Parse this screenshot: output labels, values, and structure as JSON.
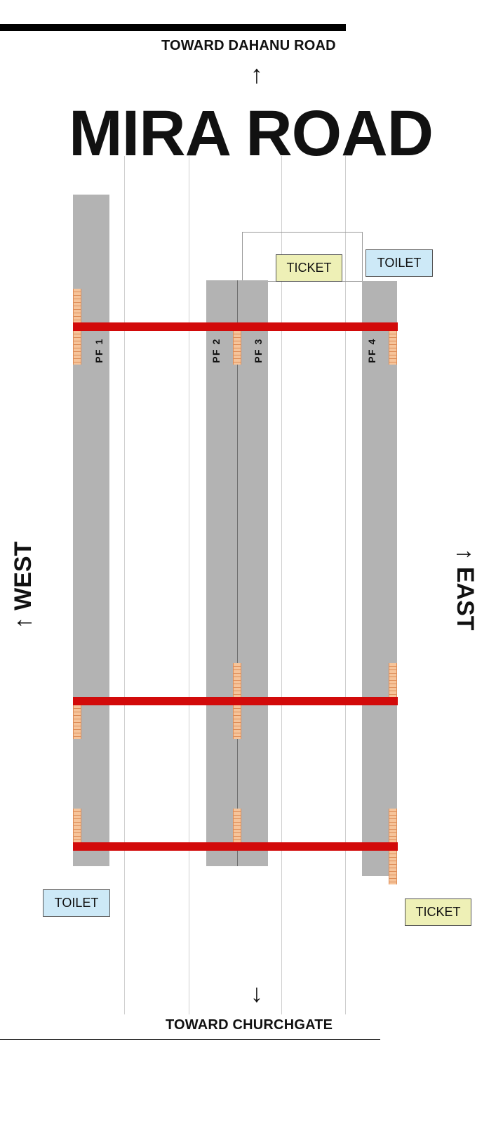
{
  "header": {
    "direction_top": "TOWARD DAHANU ROAD",
    "arrow_up": "↑",
    "station_name": "MIRA ROAD"
  },
  "footer": {
    "arrow_down": "↓",
    "direction_bottom": "TOWARD CHURCHGATE"
  },
  "sides": {
    "west": "↑ WEST",
    "east": "↑ EAST"
  },
  "platforms": {
    "pf1": "PF 1",
    "pf2": "PF 2",
    "pf3": "PF 3",
    "pf4": "PF 4"
  },
  "facilities": {
    "ticket_top": "TICKET",
    "toilet_top": "TOILET",
    "toilet_bottom": "TOILET",
    "ticket_bottom": "TICKET"
  },
  "colors": {
    "platform": "#b3b3b3",
    "bridge": "#d20a0a",
    "stairs": "#f6c49a",
    "ticket_box": "#eef0b6",
    "toilet_box": "#cde9f7"
  }
}
